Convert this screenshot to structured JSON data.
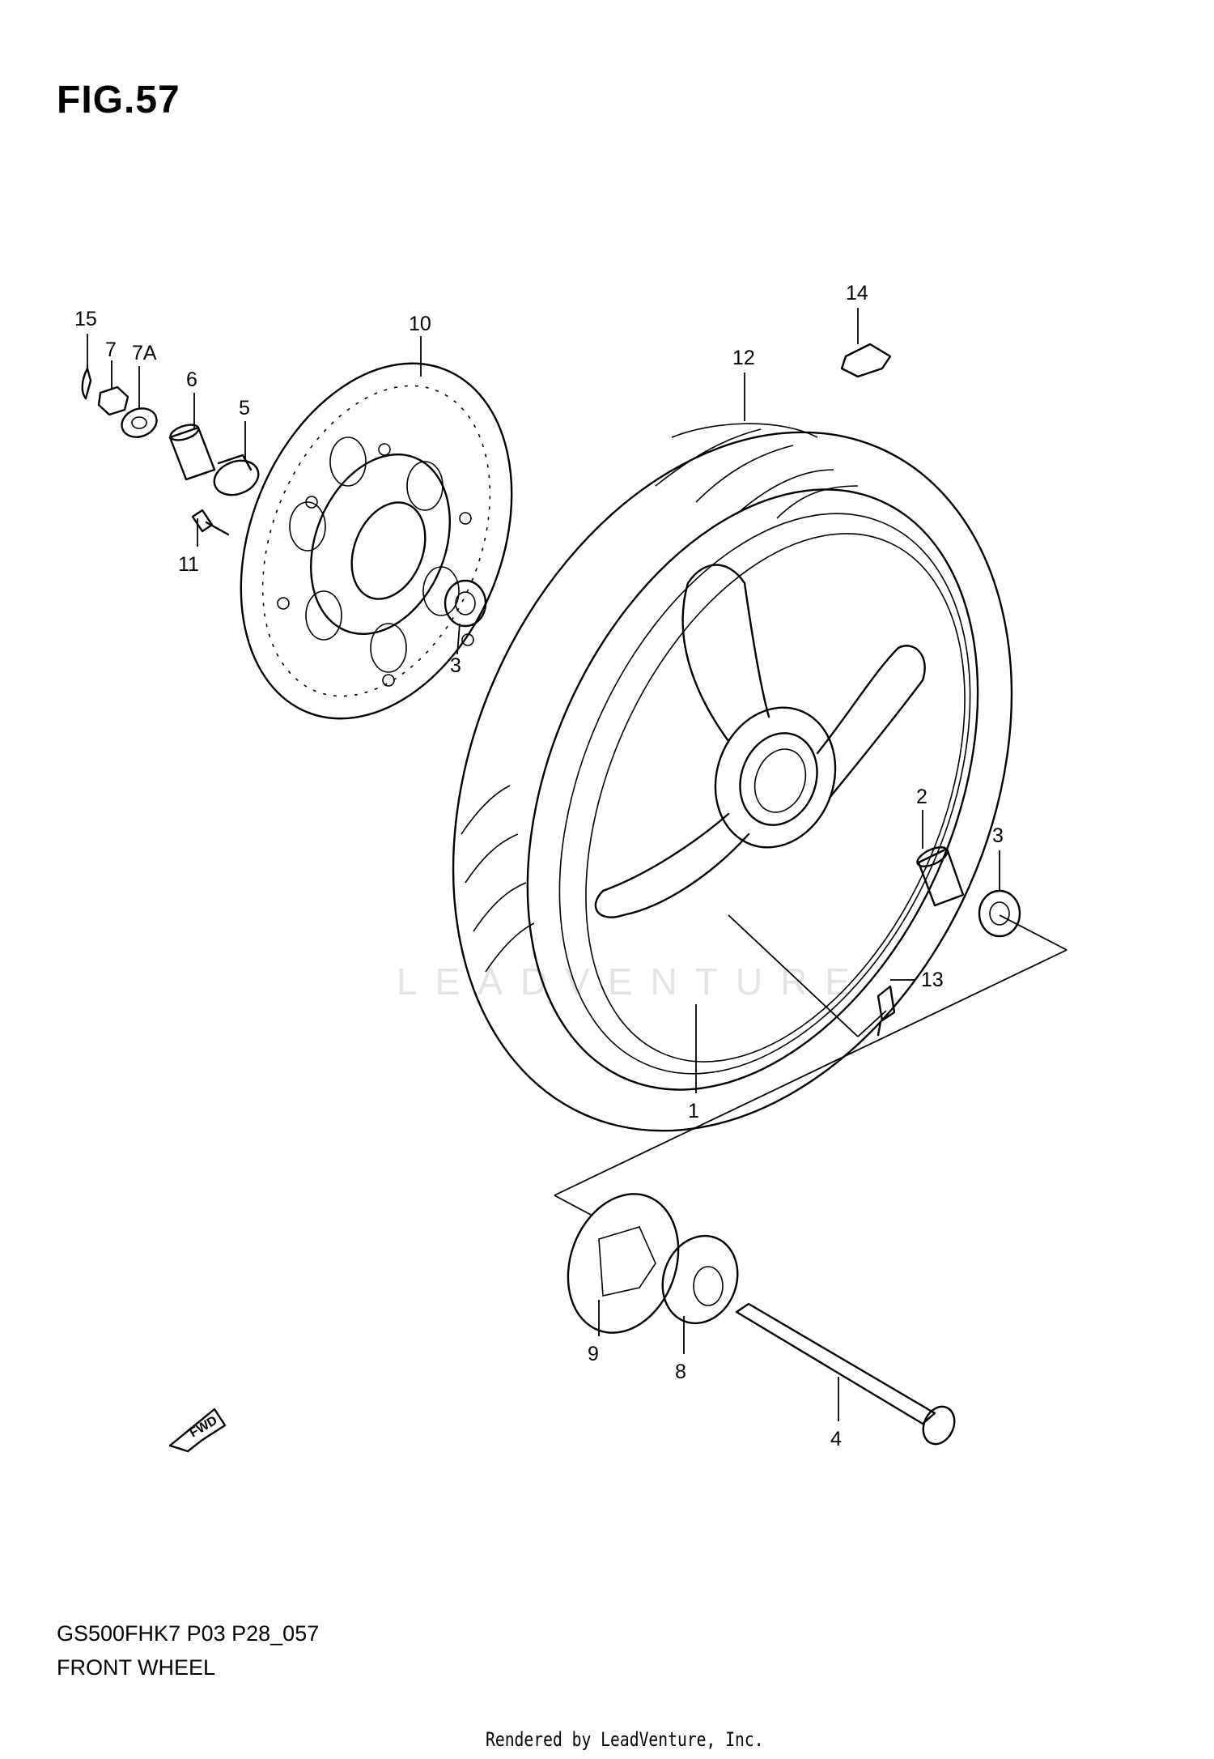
{
  "figure": {
    "title": "FIG.57",
    "model_code": "GS500FHK7 P03 P28_057",
    "section_name": "FRONT WHEEL",
    "watermark": "LEADVENTURE",
    "rendered_by": "Rendered by LeadVenture, Inc.",
    "fwd_label": "FWD"
  },
  "callouts": [
    "15",
    "7",
    "7A",
    "6",
    "5",
    "10",
    "11",
    "3",
    "12",
    "14",
    "2",
    "3",
    "13",
    "1",
    "9",
    "8",
    "4"
  ]
}
